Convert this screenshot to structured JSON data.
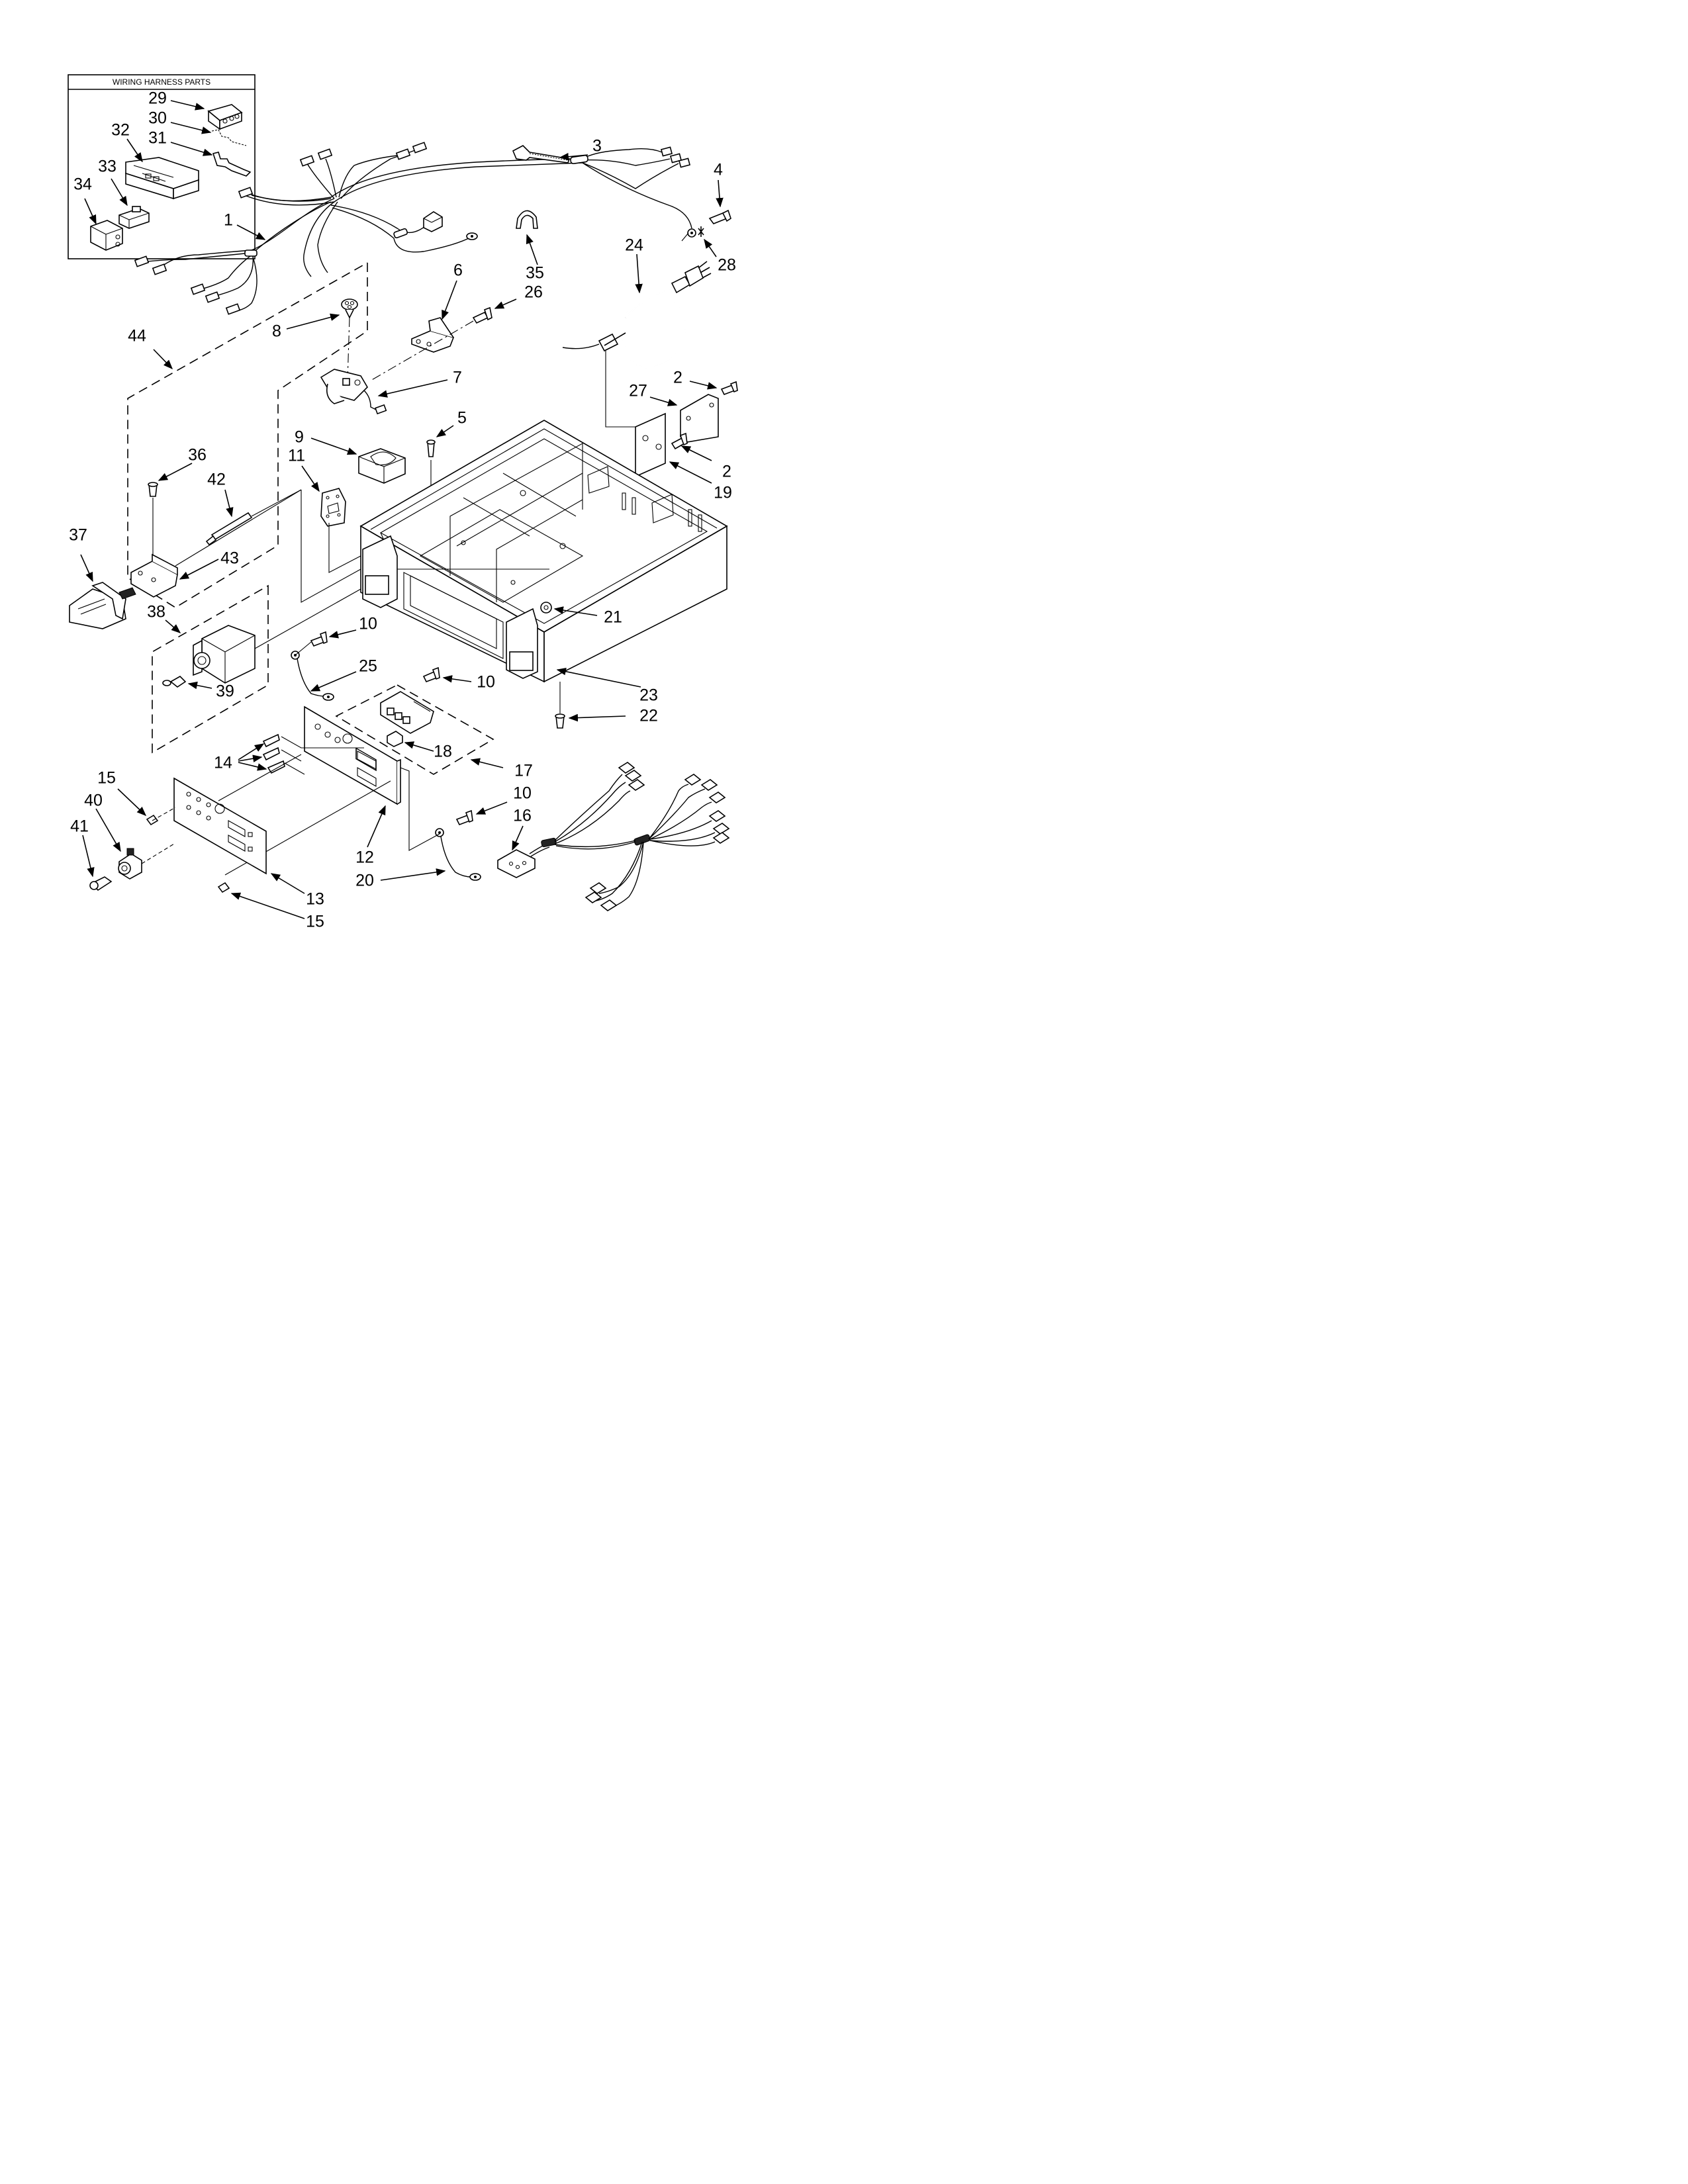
{
  "inset_box": {
    "title": "WIRING HARNESS PARTS"
  },
  "callouts": [
    {
      "id": "c29",
      "text": "29"
    },
    {
      "id": "c30",
      "text": "30"
    },
    {
      "id": "c31",
      "text": "31"
    },
    {
      "id": "c32",
      "text": "32"
    },
    {
      "id": "c33",
      "text": "33"
    },
    {
      "id": "c34",
      "text": "34"
    },
    {
      "id": "c1",
      "text": "1"
    },
    {
      "id": "c3",
      "text": "3"
    },
    {
      "id": "c4",
      "text": "4"
    },
    {
      "id": "c28",
      "text": "28"
    },
    {
      "id": "c24",
      "text": "24"
    },
    {
      "id": "c35",
      "text": "35"
    },
    {
      "id": "c6",
      "text": "6"
    },
    {
      "id": "c26",
      "text": "26"
    },
    {
      "id": "c8",
      "text": "8"
    },
    {
      "id": "c44",
      "text": "44"
    },
    {
      "id": "c7",
      "text": "7"
    },
    {
      "id": "c2a",
      "text": "2"
    },
    {
      "id": "c27",
      "text": "27"
    },
    {
      "id": "c5",
      "text": "5"
    },
    {
      "id": "c9",
      "text": "9"
    },
    {
      "id": "c11",
      "text": "11"
    },
    {
      "id": "c2b",
      "text": "2"
    },
    {
      "id": "c19",
      "text": "19"
    },
    {
      "id": "c36",
      "text": "36"
    },
    {
      "id": "c42",
      "text": "42"
    },
    {
      "id": "c37",
      "text": "37"
    },
    {
      "id": "c43",
      "text": "43"
    },
    {
      "id": "c21",
      "text": "21"
    },
    {
      "id": "c38",
      "text": "38"
    },
    {
      "id": "c10a",
      "text": "10"
    },
    {
      "id": "c25",
      "text": "25"
    },
    {
      "id": "c10b",
      "text": "10"
    },
    {
      "id": "c23",
      "text": "23"
    },
    {
      "id": "c39",
      "text": "39"
    },
    {
      "id": "c22",
      "text": "22"
    },
    {
      "id": "c18",
      "text": "18"
    },
    {
      "id": "c14",
      "text": "14"
    },
    {
      "id": "c17",
      "text": "17"
    },
    {
      "id": "c15a",
      "text": "15"
    },
    {
      "id": "c10c",
      "text": "10"
    },
    {
      "id": "c40",
      "text": "40"
    },
    {
      "id": "c16",
      "text": "16"
    },
    {
      "id": "c41",
      "text": "41"
    },
    {
      "id": "c12",
      "text": "12"
    },
    {
      "id": "c20",
      "text": "20"
    },
    {
      "id": "c13",
      "text": "13"
    },
    {
      "id": "c15b",
      "text": "15"
    }
  ]
}
